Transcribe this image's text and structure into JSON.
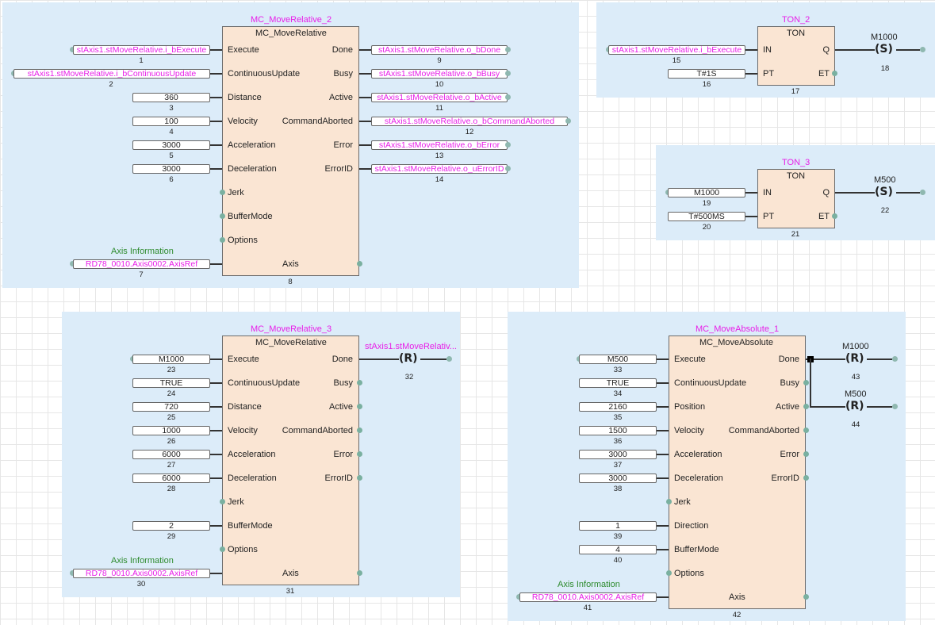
{
  "blocks": {
    "mr2": {
      "instance": "MC_MoveRelative_2",
      "type": "MC_MoveRelative",
      "number": "8",
      "inputs": [
        "Execute",
        "ContinuousUpdate",
        "Distance",
        "Velocity",
        "Acceleration",
        "Deceleration",
        "Jerk",
        "BufferMode",
        "Options"
      ],
      "axis_label": "Axis",
      "outputs": [
        "Done",
        "Busy",
        "Active",
        "CommandAborted",
        "Error",
        "ErrorID"
      ],
      "in_values": [
        {
          "text": "stAxis1.stMoveRelative.i_bExecute",
          "num": "1"
        },
        {
          "text": "stAxis1.stMoveRelative.i_bContinuousUpdate",
          "num": "2"
        },
        {
          "text": "360",
          "num": "3"
        },
        {
          "text": "100",
          "num": "4"
        },
        {
          "text": "3000",
          "num": "5"
        },
        {
          "text": "3000",
          "num": "6"
        }
      ],
      "axis_info": "Axis Information",
      "axis_ref": "RD78_0010.Axis0002.AxisRef",
      "axis_num": "7",
      "out_values": [
        {
          "text": "stAxis1.stMoveRelative.o_bDone",
          "num": "9"
        },
        {
          "text": "stAxis1.stMoveRelative.o_bBusy",
          "num": "10"
        },
        {
          "text": "stAxis1.stMoveRelative.o_bActive",
          "num": "11"
        },
        {
          "text": "stAxis1.stMoveRelative.o_bCommandAborted",
          "num": "12"
        },
        {
          "text": "stAxis1.stMoveRelative.o_bError",
          "num": "13"
        },
        {
          "text": "stAxis1.stMoveRelative.o_uErrorID",
          "num": "14"
        }
      ]
    },
    "ton2": {
      "instance": "TON_2",
      "type": "TON",
      "number": "17",
      "in1": "IN",
      "in2": "PT",
      "out1": "Q",
      "out2": "ET",
      "in1_value": "stAxis1.stMoveRelative.i_bExecute",
      "in1_num": "15",
      "in2_value": "T#1S",
      "in2_num": "16",
      "coil_tag": "M1000",
      "coil_symbol": "(S)",
      "coil_num": "18"
    },
    "ton3": {
      "instance": "TON_3",
      "type": "TON",
      "number": "21",
      "in1": "IN",
      "in2": "PT",
      "out1": "Q",
      "out2": "ET",
      "in1_value": "M1000",
      "in1_num": "19",
      "in2_value": "T#500MS",
      "in2_num": "20",
      "coil_tag": "M500",
      "coil_symbol": "(S)",
      "coil_num": "22"
    },
    "mr3": {
      "instance": "MC_MoveRelative_3",
      "type": "MC_MoveRelative",
      "number": "31",
      "inputs": [
        "Execute",
        "ContinuousUpdate",
        "Distance",
        "Velocity",
        "Acceleration",
        "Deceleration",
        "Jerk",
        "BufferMode",
        "Options"
      ],
      "axis_label": "Axis",
      "outputs": [
        "Done",
        "Busy",
        "Active",
        "CommandAborted",
        "Error",
        "ErrorID"
      ],
      "in_values": [
        {
          "text": "M1000",
          "num": "23"
        },
        {
          "text": "TRUE",
          "num": "24"
        },
        {
          "text": "720",
          "num": "25"
        },
        {
          "text": "1000",
          "num": "26"
        },
        {
          "text": "6000",
          "num": "27"
        },
        {
          "text": "6000",
          "num": "28"
        }
      ],
      "buffer_value": "2",
      "buffer_num": "29",
      "axis_info": "Axis Information",
      "axis_ref": "RD78_0010.Axis0002.AxisRef",
      "axis_num": "30",
      "coil_var": "stAxis1.stMoveRelativ...",
      "coil_symbol": "(R)",
      "coil_num": "32"
    },
    "ma1": {
      "instance": "MC_MoveAbsolute_1",
      "type": "MC_MoveAbsolute",
      "number": "42",
      "inputs": [
        "Execute",
        "ContinuousUpdate",
        "Position",
        "Velocity",
        "Acceleration",
        "Deceleration",
        "Jerk",
        "Direction",
        "BufferMode",
        "Options"
      ],
      "axis_label": "Axis",
      "outputs": [
        "Done",
        "Busy",
        "Active",
        "CommandAborted",
        "Error",
        "ErrorID"
      ],
      "in_values": [
        {
          "text": "M500",
          "num": "33"
        },
        {
          "text": "TRUE",
          "num": "34"
        },
        {
          "text": "2160",
          "num": "35"
        },
        {
          "text": "1500",
          "num": "36"
        },
        {
          "text": "3000",
          "num": "37"
        },
        {
          "text": "3000",
          "num": "38"
        }
      ],
      "direction_value": "1",
      "direction_num": "39",
      "buffer_value": "4",
      "buffer_num": "40",
      "axis_info": "Axis Information",
      "axis_ref": "RD78_0010.Axis0002.AxisRef",
      "axis_num": "41",
      "coil1_tag": "M1000",
      "coil1_symbol": "(R)",
      "coil1_num": "43",
      "coil2_tag": "M500",
      "coil2_symbol": "(R)",
      "coil2_num": "44"
    }
  },
  "colors": {
    "region": "#dcecf9",
    "block": "#fae5d3",
    "variable": "#e81ee8",
    "comment": "#2e8b2e",
    "pin_dot": "#7ab0a0"
  }
}
